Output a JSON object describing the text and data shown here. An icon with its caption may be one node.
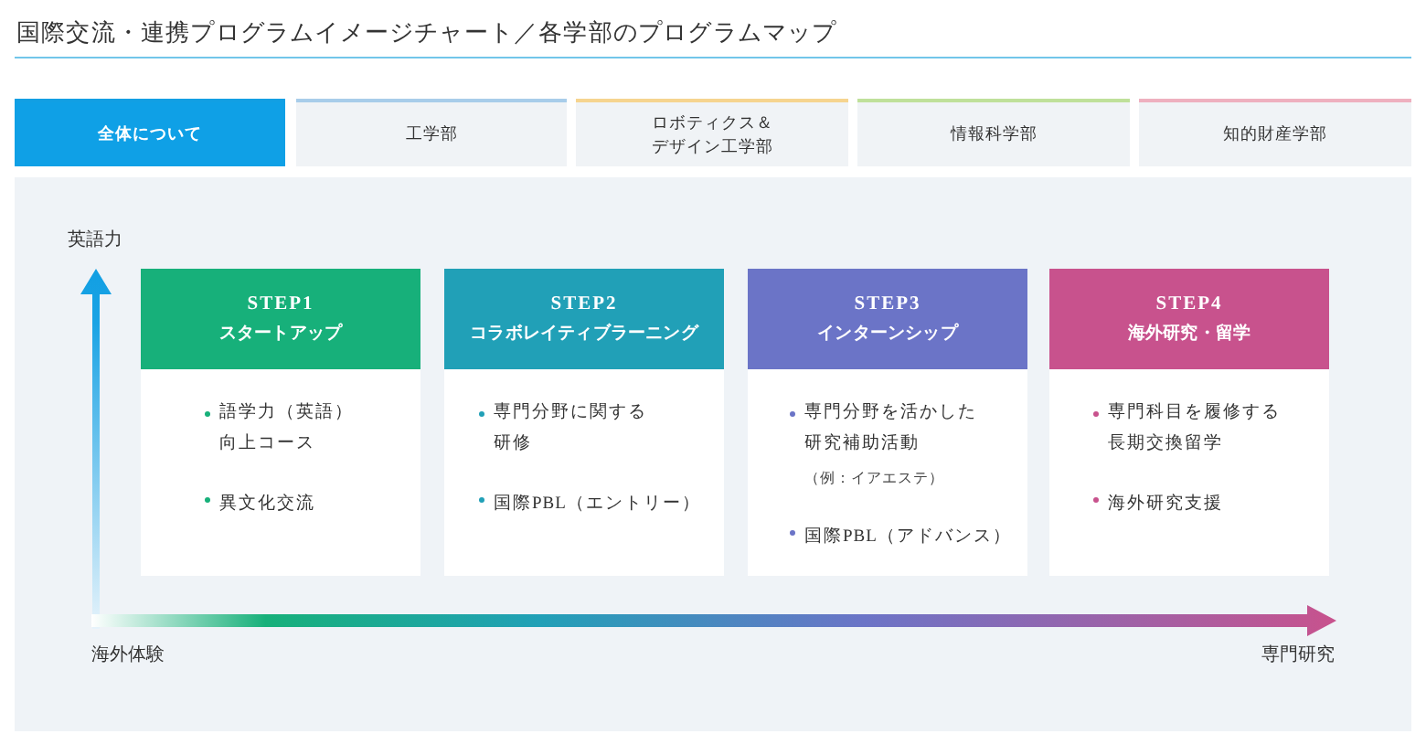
{
  "diagram": {
    "title": "国際交流・連携プログラムイメージチャート／各学部のプログラムマップ",
    "nodes": [
      {
        "text": [
          "全体について"
        ]
      },
      {
        "text": [
          "工学部"
        ]
      },
      {
        "text": [
          "ロボティクス＆デザイン工学部"
        ]
      },
      {
        "text": [
          "情報科学部"
        ]
      },
      {
        "text": [
          "知的財産学部"
        ]
      },
      {
        "text": [
          "STEP1",
          "スタートアップ",
          "語学力（英語）向上コース",
          "異文化交流"
        ]
      },
      {
        "text": [
          "STEP2",
          "コラボレイティブラーニング",
          "専門分野に関する研修",
          "国際PBL（エントリー）"
        ]
      },
      {
        "text": [
          "STEP3",
          "インターンシップ",
          "専門分野を活かした研究補助活動",
          "（例：イアエステ）",
          "国際PBL（アドバンス）"
        ]
      },
      {
        "text": [
          "STEP4",
          "海外研究・留学",
          "専門科目を履修する長期交換留学",
          "海外研究支援"
        ]
      }
    ],
    "labels": [
      "英語力",
      "海外体験",
      "専門研究"
    ]
  }
}
